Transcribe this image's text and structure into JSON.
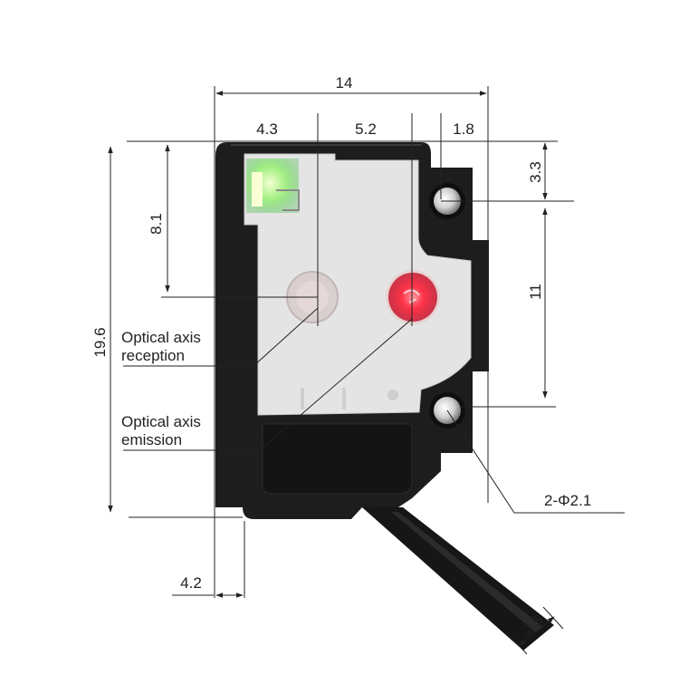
{
  "dimensions": {
    "overall_width": "14",
    "left_to_reception": "4.3",
    "reception_to_emission": "5.2",
    "hole_offset_right": "1.8",
    "top_to_hole": "3.3",
    "hole_spacing": "11",
    "top_to_axis": "8.1",
    "overall_height": "19.6",
    "bottom_offset": "4.2",
    "hole_diameter": "2-Φ2.1",
    "cable_diameter": "2.5"
  },
  "labels": {
    "reception_line1": "Optical axis",
    "reception_line2": "reception",
    "emission_line1": "Optical axis",
    "emission_line2": "emission"
  },
  "colors": {
    "housing": "#1d1d1d",
    "window": "#e4e4e4",
    "indicator_led": "#7cf27a",
    "emitter": "#ff3a4a"
  }
}
